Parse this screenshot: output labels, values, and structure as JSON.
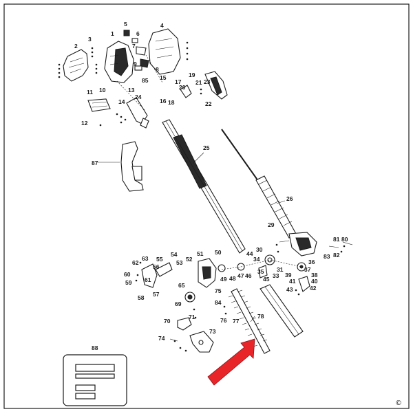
{
  "diagram": {
    "type": "exploded-parts-diagram",
    "callouts": {
      "p1": "1",
      "p2": "2",
      "p3": "3",
      "p4": "4",
      "p5": "5",
      "p6": "6",
      "p7": "7",
      "p8": "8",
      "p9": "9",
      "p10": "10",
      "p11": "11",
      "p12": "12",
      "p13": "13",
      "p14": "14",
      "p15": "15",
      "p16": "16",
      "p17": "17",
      "p18": "18",
      "p19": "19",
      "p20": "20",
      "p21": "21",
      "p22": "22",
      "p23": "23",
      "p24": "24",
      "p25": "25",
      "p26": "26",
      "p29": "29",
      "p30": "30",
      "p31": "31",
      "p33": "33",
      "p34": "34",
      "p35": "35",
      "p36": "36",
      "p37": "37",
      "p38": "38",
      "p39": "39",
      "p40": "40",
      "p41": "41",
      "p42": "42",
      "p43": "43",
      "p44": "44",
      "p45": "45",
      "p46": "46",
      "p47": "47",
      "p48": "48",
      "p49": "49",
      "p50": "50",
      "p51": "51",
      "p52": "52",
      "p53": "53",
      "p54": "54",
      "p55": "55",
      "p56": "56",
      "p57": "57",
      "p58": "58",
      "p59": "59",
      "p60": "60",
      "p61": "61",
      "p62": "62",
      "p63": "63",
      "p65": "65",
      "p69": "69",
      "p70": "70",
      "p71": "71",
      "p73": "73",
      "p74": "74",
      "p75": "75",
      "p76": "76",
      "p77": "77",
      "p78": "78",
      "p80": "80",
      "p81": "81",
      "p82": "82",
      "p83": "83",
      "p84": "84",
      "p85": "85",
      "p87": "87",
      "p88": "88"
    },
    "copyright": "©",
    "arrow_color": "#e8262a",
    "line_color": "#1a1a1a"
  }
}
